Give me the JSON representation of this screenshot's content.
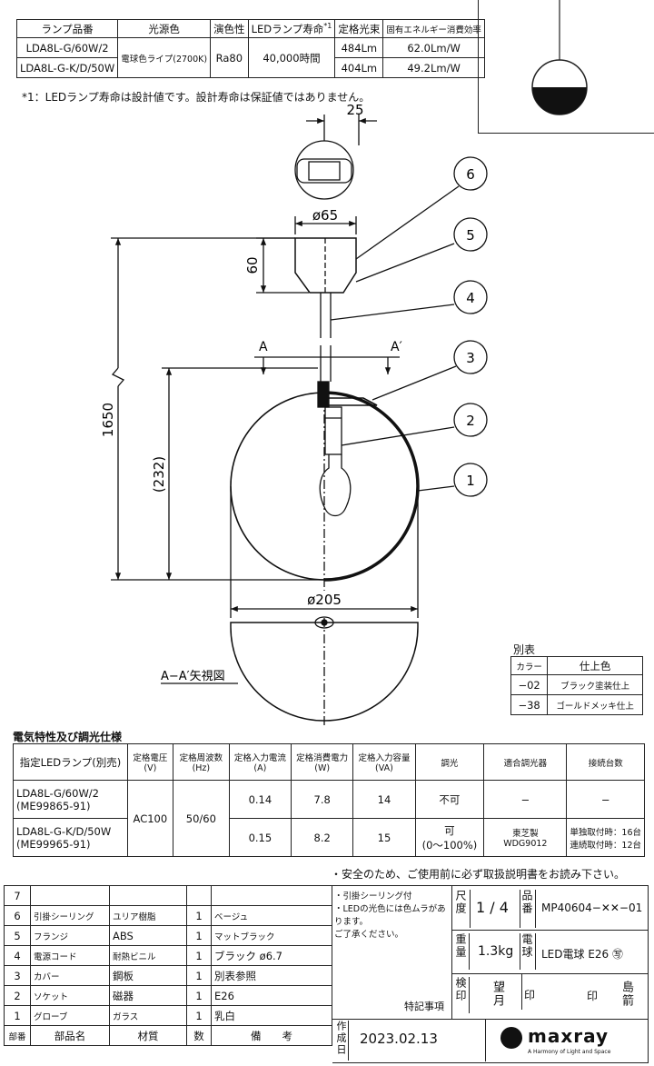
{
  "spec_table": {
    "headers": [
      "ランプ品番",
      "光源色",
      "演色性",
      "LEDランプ寿命",
      "*1",
      "定格光束",
      "固有エネルギー消費効率"
    ],
    "rows": [
      {
        "model": "LDA8L-G/60W/2",
        "flux": "484Lm",
        "efficiency": "62.0Lm/W"
      },
      {
        "model": "LDA8L-G-K/D/50W",
        "flux": "404Lm",
        "efficiency": "49.2Lm/W"
      }
    ],
    "color": "電球色ライプ(2700K)",
    "cri": "Ra80",
    "life": "40,000時間",
    "footnote": "*1：LEDランプ寿命は設計値です。設計寿命は保証値ではありません。"
  },
  "drawing": {
    "dim_top": "25",
    "dim_flange": "ø65",
    "dim_flange_h": "60",
    "dim_total": "1650",
    "dim_globe_h": "(232)",
    "dim_globe_d": "ø205",
    "section_a": "A",
    "section_a2": "A′",
    "view_label": "A−A′矢視図",
    "callouts": [
      "6",
      "5",
      "4",
      "3",
      "2",
      "1"
    ]
  },
  "color_table": {
    "title": "別表",
    "header_color": "カラー",
    "header_finish": "仕上色",
    "rows": [
      {
        "code": "−02",
        "finish": "ブラック塗装仕上"
      },
      {
        "code": "−38",
        "finish": "ゴールドメッキ仕上"
      }
    ]
  },
  "electrical": {
    "title": "電気特性及び調光仕様",
    "headers": {
      "lamp": "指定LEDランプ(別売)",
      "voltage": "定格電圧",
      "voltage_u": "(V)",
      "freq": "定格周波数",
      "freq_u": "(Hz)",
      "current": "定格入力電流",
      "current_u": "(A)",
      "power": "定格消費電力",
      "power_u": "(W)",
      "va": "定格入力容量",
      "va_u": "(VA)",
      "dimming": "調光",
      "dimmer": "適合調光器",
      "count": "接続台数"
    },
    "rows": [
      {
        "lamp1": "LDA8L-G/60W/2",
        "lamp2": "(ME99865-91)",
        "current": "0.14",
        "power": "7.8",
        "va": "14",
        "dimming": "不可",
        "dimming2": "",
        "dimmer": "−",
        "dimmer2": "",
        "count": "−",
        "count2": ""
      },
      {
        "lamp1": "LDA8L-G-K/D/50W",
        "lamp2": "(ME99965-91)",
        "current": "0.15",
        "power": "8.2",
        "va": "15",
        "dimming": "可",
        "dimming2": "(0〜100%)",
        "dimmer": "東芝製",
        "dimmer2": "WDG9012",
        "count": "単独取付時：16台",
        "count2": "連続取付時：12台"
      }
    ],
    "voltage": "AC100",
    "freq": "50/60",
    "safety_note": "・安全のため、ご使用前に必ず取扱説明書をお読み下さい。"
  },
  "bom": {
    "rows": [
      {
        "no": "7",
        "name": "",
        "material": "",
        "qty": "",
        "remark": ""
      },
      {
        "no": "6",
        "name": "引掛シーリング",
        "material": "ユリア樹脂",
        "qty": "1",
        "remark": "ベージュ"
      },
      {
        "no": "5",
        "name": "フランジ",
        "material": "ABS",
        "qty": "1",
        "remark": "マットブラック"
      },
      {
        "no": "4",
        "name": "電源コード",
        "material": "耐熱ビニル",
        "qty": "1",
        "remark": "ブラック ø6.7"
      },
      {
        "no": "3",
        "name": "カバー",
        "material": "鋼板",
        "qty": "1",
        "remark": "別表参照"
      },
      {
        "no": "2",
        "name": "ソケット",
        "material": "磁器",
        "qty": "1",
        "remark": "E26"
      },
      {
        "no": "1",
        "name": "グローブ",
        "material": "ガラス",
        "qty": "1",
        "remark": "乳白"
      }
    ],
    "footer": {
      "no": "部番",
      "name": "部品名",
      "material": "材質",
      "qty": "数",
      "remark": "備　　考"
    },
    "notes": [
      "・引掛シーリング付",
      "・LEDの光色には色ムラがあります。",
      "ご了承ください。"
    ],
    "special": "特記事項",
    "scale_label": "尺度",
    "scale": "1 / 4",
    "part_no_label": "品番",
    "part_no": "MP40604−✕✕−01",
    "weight_label": "重量",
    "weight": "1.3kg",
    "bulb_label": "電球",
    "bulb": "LED電球 E26 ㊢",
    "approval_label": "検印",
    "approver": "望月",
    "seal_label": "印",
    "seal_label2": "印",
    "drafter": "島箭",
    "date_label": "作成日",
    "date": "2023.02.13",
    "brand": "maxray",
    "brand_tagline": "A Harmony of Light and Space"
  }
}
